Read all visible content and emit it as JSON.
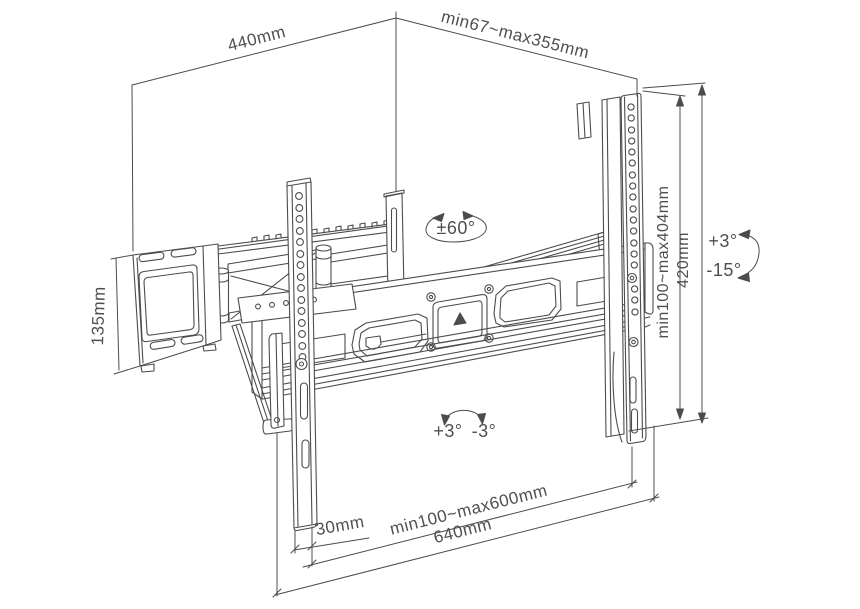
{
  "diagram": {
    "subject": "Full-motion TV wall mount bracket — dimensioned technical drawing",
    "background_color": "#ffffff",
    "line_color": "#4c4c4c",
    "text_color": "#4f4f4f",
    "labels": {
      "top_width": "440mm",
      "extension_depth": "min67~max355mm",
      "wall_plate_height": "135mm",
      "swivel_range": "±60°",
      "tilt_up": "+3°",
      "tilt_down": "-15°",
      "vesa_vertical_range": "min100~max404mm",
      "bracket_height": "420mm",
      "level_adjust_left": "+3°",
      "level_adjust_right": "-3°",
      "rail_offset": "30mm",
      "vesa_horizontal_range": "min100~max600mm",
      "bracket_width": "640mm"
    }
  }
}
